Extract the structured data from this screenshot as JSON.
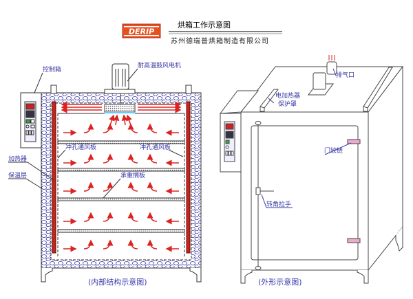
{
  "header": {
    "logo_text": "DERIP",
    "title": "烘箱工作示意图",
    "company": "苏州德瑞普烘箱制造有限公司"
  },
  "interior": {
    "caption": "(内部结构示意图)",
    "labels": {
      "control_box": "控制箱",
      "motor": "耐高温鼓风电机",
      "vent_plate_left": "冲孔通风板",
      "vent_plate_right": "冲孔通风板",
      "heater": "加热器",
      "insulation": "保温层",
      "shelf": "承重搁板"
    }
  },
  "exterior": {
    "caption": "(外形示意图)",
    "labels": {
      "exhaust": "排气口",
      "heater_guard_1": "电加热器",
      "heater_guard_2": "保护罩",
      "hinge": "门铰链",
      "handle": "转角拉手"
    }
  },
  "colors": {
    "accent": "#e8501e",
    "label": "#3a3aa8",
    "heater": "#c0281e",
    "insulation": "#2a2aa0"
  }
}
